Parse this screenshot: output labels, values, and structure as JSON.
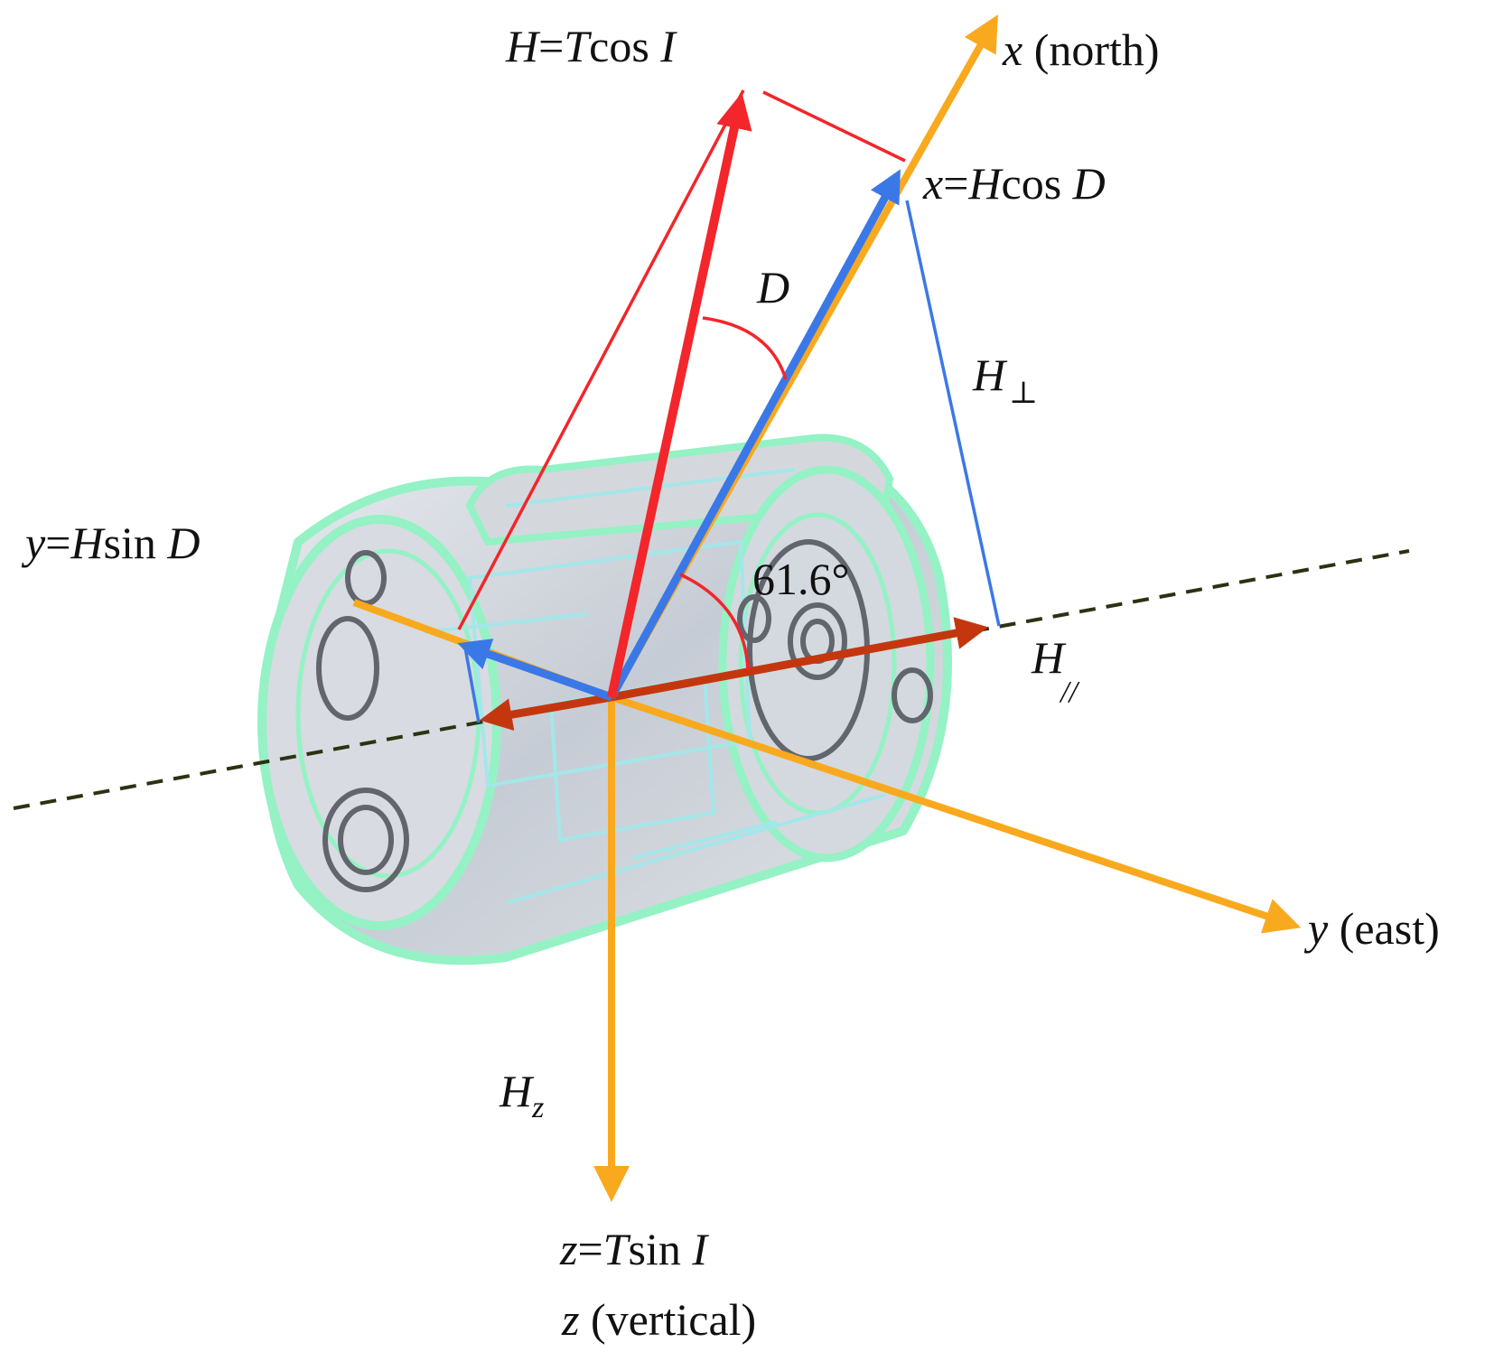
{
  "colors": {
    "axis_orange": "#F9A91E",
    "h_red": "#F2262B",
    "blue": "#3B78E7",
    "dark_red": "#C4370E",
    "thin_red": "#F2262B",
    "dashed": "#2C3210",
    "mint": "#8FF2C2",
    "steel": "#C9CED6",
    "dark_gear": "#5A5D66"
  },
  "labels": {
    "h_top": {
      "a": "H",
      "b": "=",
      "c": "T",
      "d": "cos ",
      "e": "I"
    },
    "x_axis": {
      "a": "x",
      "b": " (north)"
    },
    "x_comp": {
      "a": "x",
      "b": "=",
      "c": "H",
      "d": "cos ",
      "e": "D"
    },
    "angle_d": "D",
    "h_perp": {
      "a": "H",
      "b": "⊥"
    },
    "y_comp": {
      "a": "y",
      "b": "=",
      "c": "H",
      "d": "sin ",
      "e": "D"
    },
    "angle_value": "61.6°",
    "h_par": {
      "a": "H",
      "b": "//"
    },
    "y_axis": {
      "a": "y",
      "b": " (east)"
    },
    "h_z": {
      "a": "H",
      "b": "z"
    },
    "z_comp": {
      "a": "z",
      "b": "=",
      "c": "T",
      "d": "sin ",
      "e": "I"
    },
    "z_axis": {
      "a": "z",
      "b": " (vertical)"
    }
  }
}
